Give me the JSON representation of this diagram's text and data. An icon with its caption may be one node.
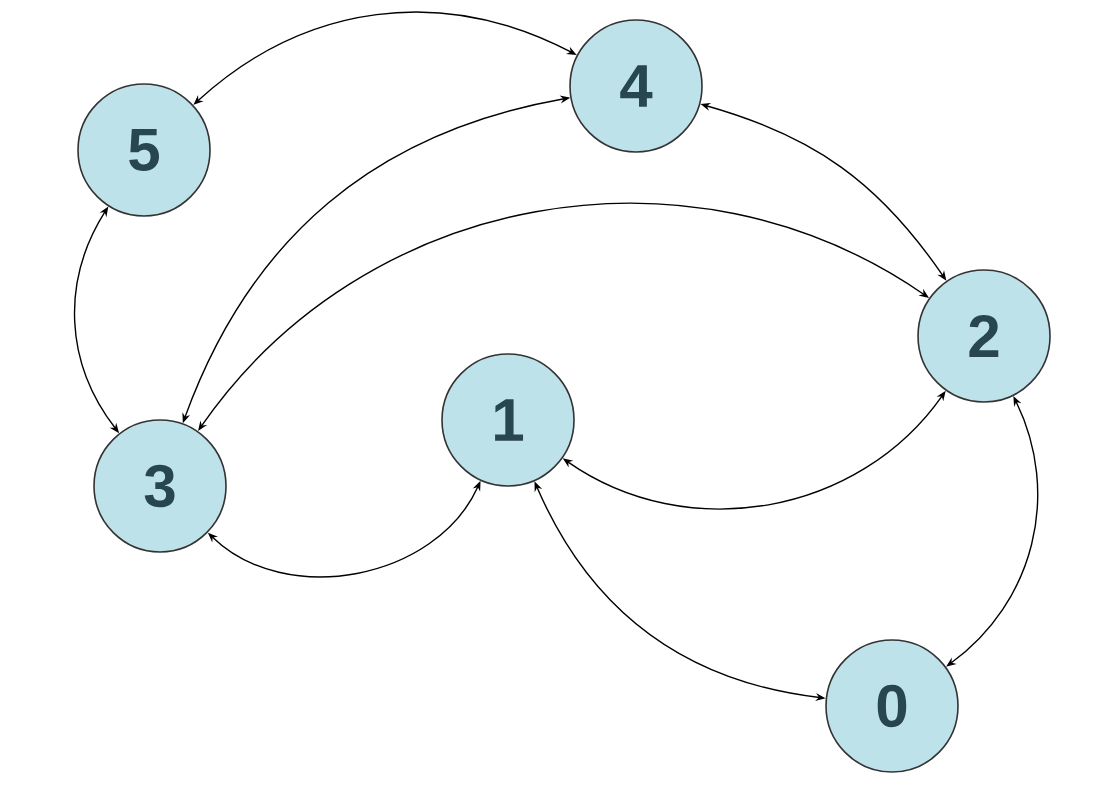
{
  "diagram": {
    "nodes": [
      {
        "text": [
          "4"
        ]
      },
      {
        "text": [
          "5"
        ]
      },
      {
        "text": [
          "2"
        ]
      },
      {
        "text": [
          "1"
        ]
      },
      {
        "text": [
          "3"
        ]
      },
      {
        "text": [
          "0"
        ]
      }
    ],
    "edges": [
      {
        "from": 1,
        "to": 0,
        "arrow": "both"
      },
      {
        "from": 1,
        "to": 4,
        "arrow": "both"
      },
      {
        "from": 0,
        "to": 4,
        "arrow": "both"
      },
      {
        "from": 0,
        "to": 2,
        "arrow": "both"
      },
      {
        "from": 4,
        "to": 2,
        "arrow": "both"
      },
      {
        "from": 3,
        "to": 2,
        "arrow": "both"
      },
      {
        "from": 4,
        "to": 3,
        "arrow": "both"
      },
      {
        "from": 3,
        "to": 5,
        "arrow": "both"
      },
      {
        "from": 2,
        "to": 5,
        "arrow": "both"
      }
    ]
  }
}
